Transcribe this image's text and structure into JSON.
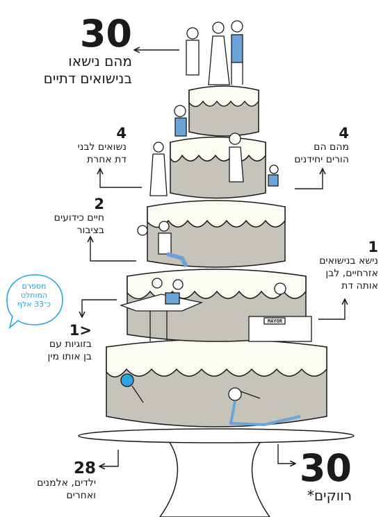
{
  "labels": {
    "top": {
      "value": "30",
      "text": [
        "מהם נישאו",
        "בנישואים דתיים"
      ]
    },
    "other_religion": {
      "value": "4",
      "text": [
        "נשואים לבני",
        "דת אחרת"
      ]
    },
    "only_children": {
      "value": "4",
      "text": [
        "מהם הם",
        "הורים יחידנים"
      ]
    },
    "public_life": {
      "value": "2",
      "text": [
        "חיים כידועים",
        "בציבור"
      ]
    },
    "civil": {
      "value": "1",
      "text": [
        "נישא בנישואים",
        "אזרחיים, לבן",
        "אותה דת"
      ]
    },
    "same_sex": {
      "value": "<1",
      "text": [
        "בזוגיות עם",
        "בן אותו מין"
      ]
    },
    "widows": {
      "value": "28",
      "text": [
        "ילדים, אלמנים",
        "ואחרים"
      ]
    },
    "singles": {
      "value": "30",
      "text": [
        "רווקים*"
      ]
    }
  },
  "bubble": {
    "text": [
      "מספרם",
      "המוחלט",
      "כ־33 אלף"
    ]
  },
  "mayor_sign": "MAYOR",
  "colors": {
    "fondant": "#fbfbf1",
    "cake": "#c6c3b9",
    "accent": "#2aa7e0",
    "jacket": "#6ba4d8",
    "ink": "#1a1a1a"
  }
}
